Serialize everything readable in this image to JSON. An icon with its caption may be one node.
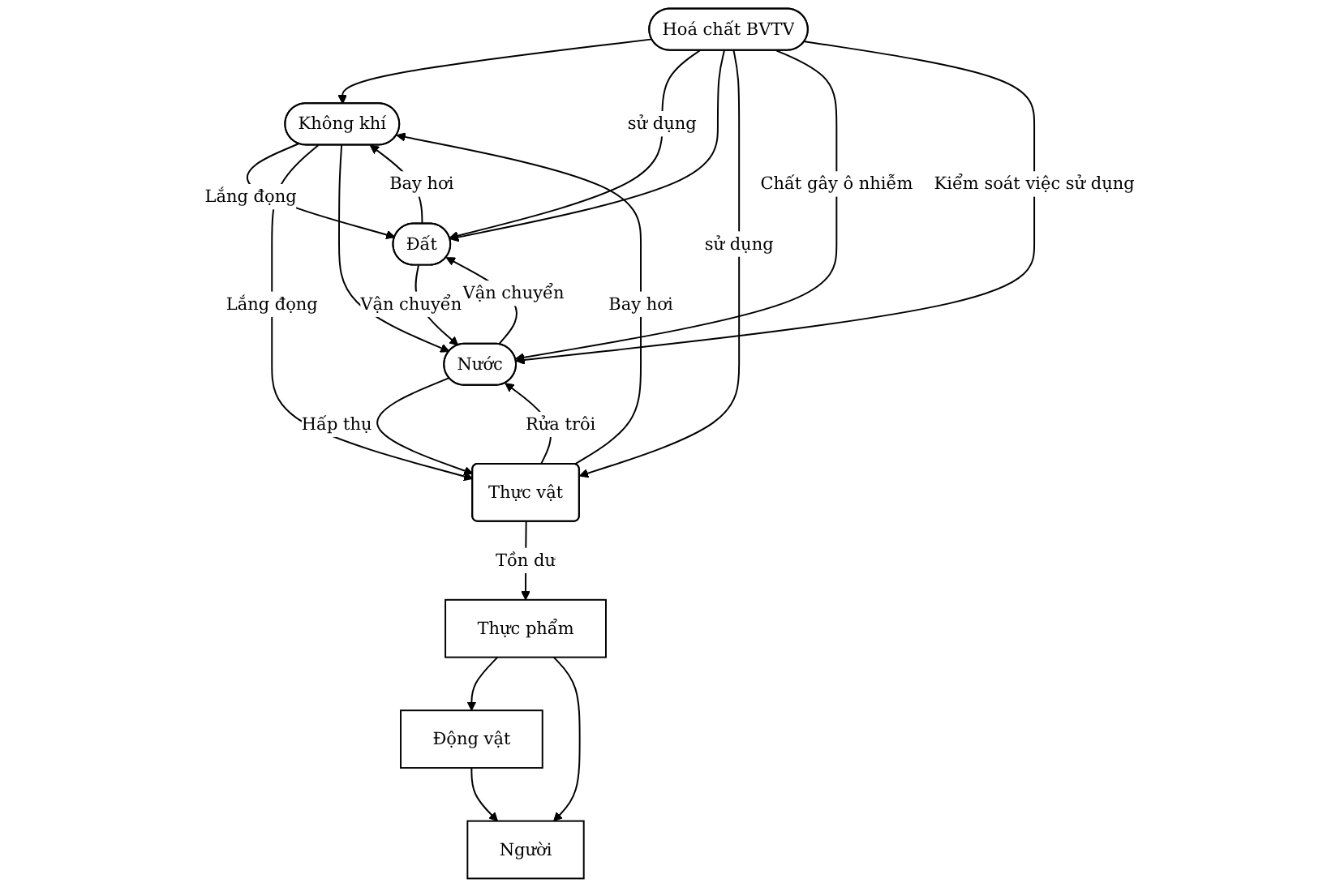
{
  "diagram": {
    "nodes": [
      {
        "text": [
          "Không khí"
        ]
      },
      {
        "text": [
          "Đất"
        ]
      },
      {
        "text": [
          "Hoá chất BVTV"
        ]
      },
      {
        "text": [
          "Thực vật"
        ]
      },
      {
        "text": [
          "Nước"
        ]
      },
      {
        "text": [
          "Thực phẩm"
        ]
      },
      {
        "text": [
          "Động vật"
        ]
      },
      {
        "text": [
          "Người"
        ]
      }
    ],
    "edges": [
      {
        "from": 0,
        "to": 1,
        "arrow": "to",
        "label": "Lắng đọng"
      },
      {
        "from": 1,
        "to": 0,
        "arrow": "to",
        "label": "Bay hơi"
      },
      {
        "from": 3,
        "to": 0,
        "arrow": "to",
        "label": "Bay hơi"
      },
      {
        "from": 0,
        "to": 3,
        "arrow": "to",
        "label": "Lắng đọng"
      },
      {
        "from": 2,
        "to": 0,
        "arrow": "to"
      },
      {
        "from": 2,
        "to": 1,
        "arrow": "to",
        "label": "sử dụng"
      },
      {
        "from": 2,
        "to": 1,
        "arrow": "to"
      },
      {
        "from": 0,
        "to": 4,
        "arrow": "to"
      },
      {
        "from": 2,
        "to": 3,
        "arrow": "to",
        "label": "sử dụng"
      },
      {
        "from": 1,
        "to": 4,
        "arrow": "to",
        "label": "Vận chuyển"
      },
      {
        "from": 4,
        "to": 1,
        "arrow": "to",
        "label": "Vận chuyển"
      },
      {
        "from": 2,
        "to": 4,
        "arrow": "to",
        "label": "Chất gây ô nhiễm"
      },
      {
        "from": 2,
        "to": 4,
        "arrow": "to",
        "label": "Kiểm soát việc sử dụng"
      },
      {
        "from": 3,
        "to": 4,
        "arrow": "to",
        "label": "Rửa trôi"
      },
      {
        "from": 4,
        "to": 3,
        "arrow": "to",
        "label": "Hấp thụ"
      },
      {
        "from": 3,
        "to": 5,
        "arrow": "to",
        "label": "Tồn dư"
      },
      {
        "from": 5,
        "to": 6,
        "arrow": "to"
      },
      {
        "from": 5,
        "to": 7,
        "arrow": "to"
      },
      {
        "from": 6,
        "to": 7,
        "arrow": "to"
      }
    ]
  }
}
